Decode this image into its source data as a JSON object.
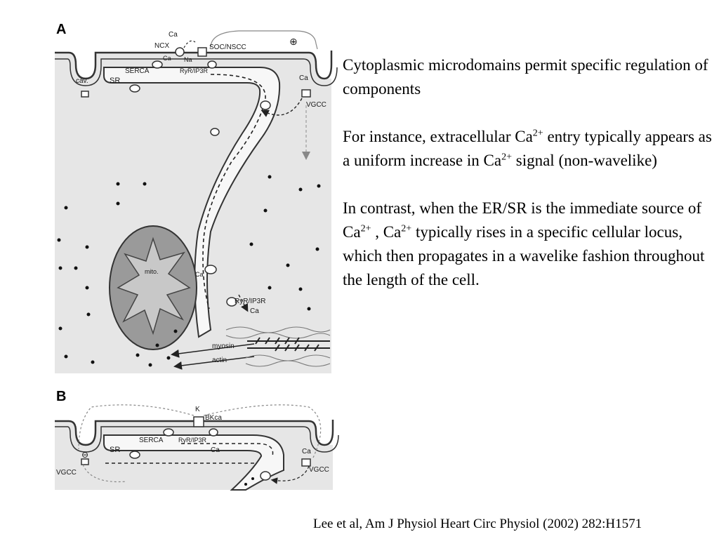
{
  "panel_a": {
    "label": "A",
    "labels": {
      "ca_top": "Ca",
      "ncx": "NCX",
      "ca_ncx": "Ca",
      "na": "Na",
      "soc_nscc": "SOC/NSCC",
      "plus_sign": "⊕",
      "cav": "cav.",
      "sr": "SR",
      "serca": "SERCA",
      "ryr_top": "RyR/IP3R",
      "ca_right": "Ca",
      "vgcc": "VGCC",
      "mito": "mito.",
      "ca_mito": "Ca",
      "ryr_lower": "RyR/IP3R",
      "ca_lower": "Ca",
      "myosin": "myosin",
      "actin": "actin"
    }
  },
  "panel_b": {
    "label": "B",
    "labels": {
      "k": "K",
      "bkca": "BKca",
      "serca": "SERCA",
      "ryr": "RyR/IP3R",
      "ca_mid": "Ca",
      "sr": "SR",
      "minus_sign": "⊖",
      "vgcc_left": "VGCC",
      "ca_right": "Ca",
      "vgcc_right": "VGCC"
    }
  },
  "text": {
    "paragraph1": "Cytoplasmic microdomains permit specific regulation of components",
    "p2_a": "For instance, extracellular Ca",
    "p2_sup1": "2+",
    "p2_b": " entry typically appears as a uniform increase in Ca",
    "p2_sup2": "2+",
    "p2_c": " signal (non-wavelike)",
    "p3_a": "In contrast, when the ER/SR is the immediate source of Ca",
    "p3_sup1": "2+",
    "p3_b": " , Ca",
    "p3_sup2": "2+",
    "p3_c": " typically rises in a specific cellular locus, which then propagates in a wavelike fashion throughout the length of the cell."
  },
  "citation": "Lee et al, Am J Physiol Heart Circ Physiol (2002) 282:H1571",
  "colors": {
    "cytoplasm": "#e6e6e6",
    "sr_fill": "#f7f7f7",
    "mito_outer": "#9a9a9a",
    "mito_inner": "#c8c8c8",
    "membrane": "#333333"
  }
}
